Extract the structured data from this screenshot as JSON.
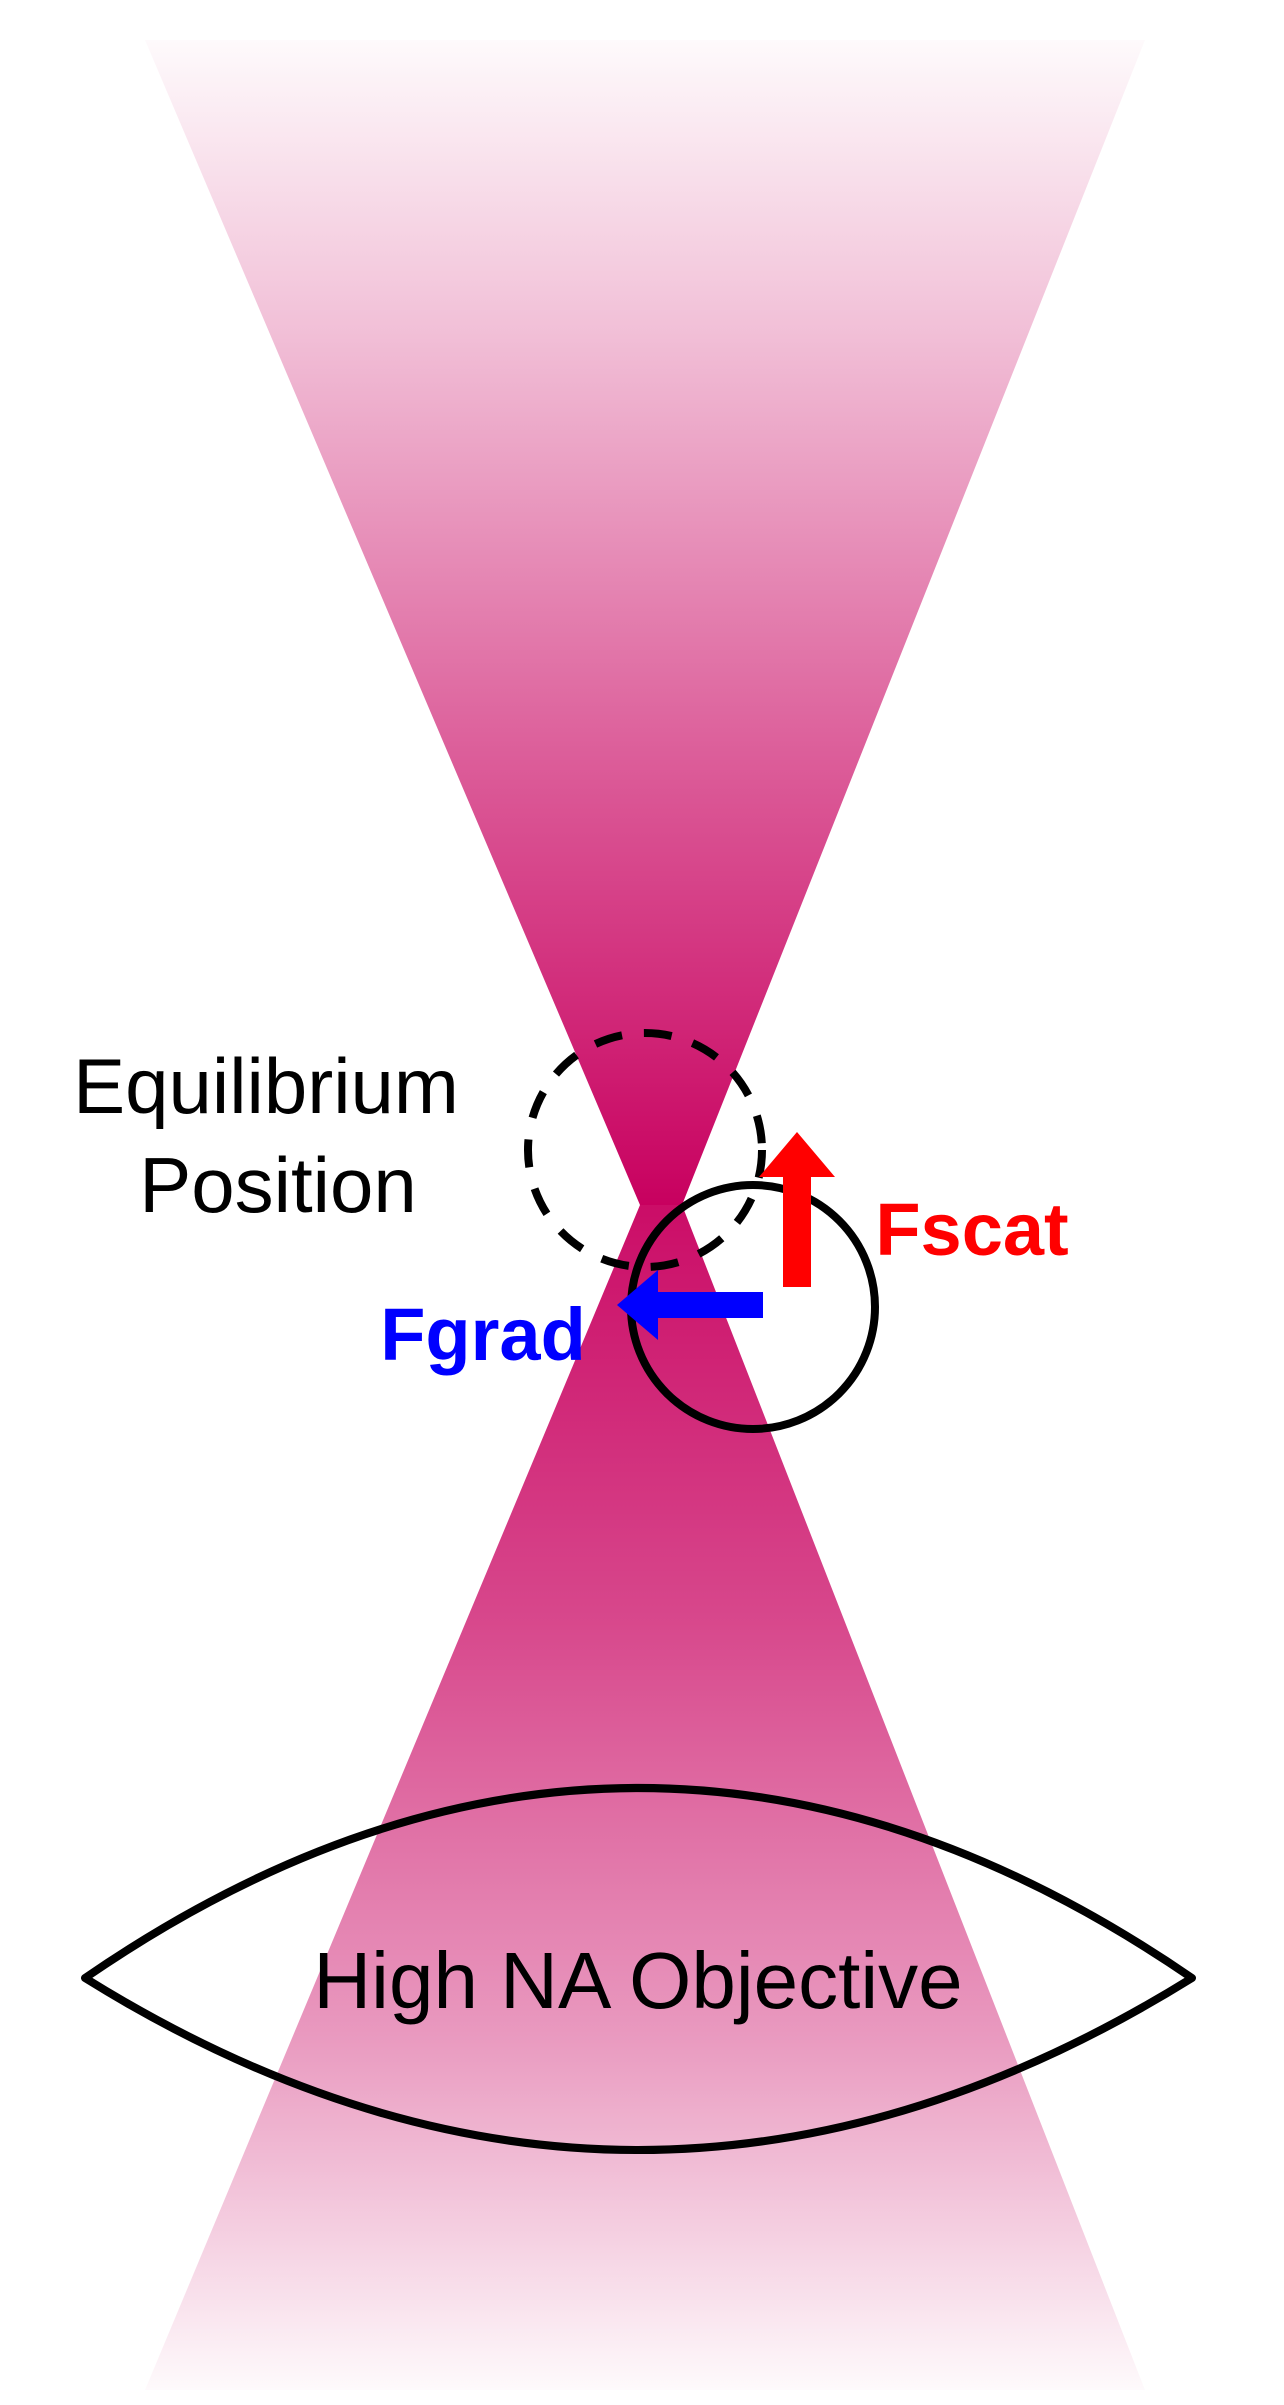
{
  "colors": {
    "beam": "#c8005f",
    "gradient_force": "#0000ff",
    "scattering_force": "#ff0000",
    "outline": "#000000",
    "background": "#ffffff"
  },
  "labels": {
    "equilibrium_line1": "Equilibrium",
    "equilibrium_line2": "Position",
    "fscat": "Fscat",
    "fgrad": "Fgrad",
    "objective": "High NA Objective"
  },
  "icons": {
    "equilibrium_marker": "dashed-circle",
    "particle": "solid-circle",
    "gradient_force": "arrow-left",
    "scattering_force": "arrow-up"
  }
}
